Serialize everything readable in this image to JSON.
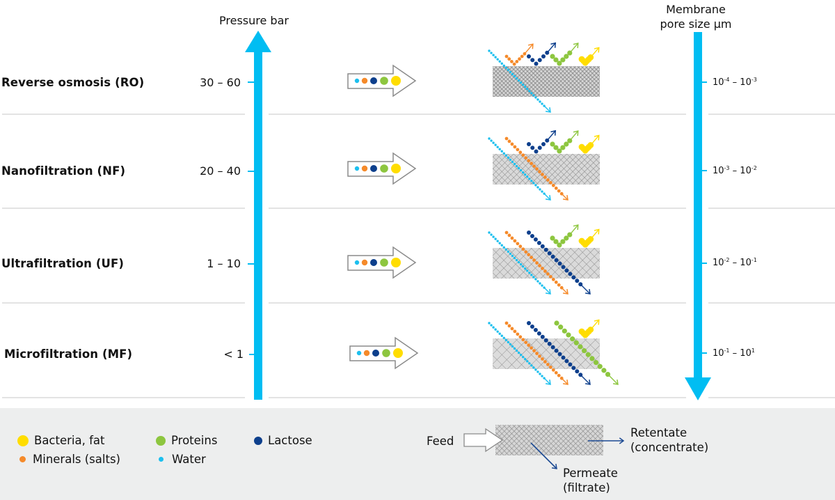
{
  "axes": {
    "pressure_title": "Pressure bar",
    "pore_title_line1": "Membrane",
    "pore_title_line2": "pore size µm"
  },
  "colors": {
    "axis_arrow": "#00bdf2",
    "bacteria_fat": "#ffdd00",
    "proteins": "#8dc63f",
    "lactose": "#0d3f8c",
    "minerals": "#f58a2a",
    "water": "#1cbfee",
    "membrane_fill": "#d9d9d9",
    "membrane_hatch": "#8a8a8a",
    "legend_bg": "#edeeee",
    "flow_arrow": "#1c4a93"
  },
  "processes": [
    {
      "name": "Reverse osmosis (RO)",
      "pressure": "30 – 60",
      "pore_min_base": "10",
      "pore_min_exp": "-4",
      "pore_max_base": "10",
      "pore_max_exp": "-3",
      "passes": [
        "water"
      ],
      "retained": [
        "minerals",
        "lactose",
        "proteins",
        "bacteria_fat"
      ]
    },
    {
      "name": "Nanofiltration (NF)",
      "pressure": "20 – 40",
      "pore_min_base": "10",
      "pore_min_exp": "-3",
      "pore_max_base": "10",
      "pore_max_exp": "-2",
      "passes": [
        "water",
        "minerals"
      ],
      "retained": [
        "lactose",
        "proteins",
        "bacteria_fat"
      ]
    },
    {
      "name": "Ultrafiltration (UF)",
      "pressure": "1 – 10",
      "pore_min_base": "10",
      "pore_min_exp": "-2",
      "pore_max_base": "10",
      "pore_max_exp": "-1",
      "passes": [
        "water",
        "minerals",
        "lactose"
      ],
      "retained": [
        "proteins",
        "bacteria_fat"
      ]
    },
    {
      "name": "Microfiltration (MF)",
      "pressure": "< 1",
      "pore_min_base": "10",
      "pore_min_exp": "-1",
      "pore_max_base": "10",
      "pore_max_exp": "1",
      "passes": [
        "water",
        "minerals",
        "lactose",
        "proteins"
      ],
      "retained": [
        "bacteria_fat"
      ]
    }
  ],
  "legend": {
    "items": [
      {
        "key": "bacteria_fat",
        "label": "Bacteria, fat"
      },
      {
        "key": "proteins",
        "label": "Proteins"
      },
      {
        "key": "lactose",
        "label": "Lactose"
      },
      {
        "key": "minerals",
        "label": "Minerals (salts)"
      },
      {
        "key": "water",
        "label": "Water"
      }
    ],
    "flow_key": {
      "feed": "Feed",
      "retentate_line1": "Retentate",
      "retentate_line2": "(concentrate)",
      "permeate_line1": "Permeate",
      "permeate_line2": "(filtrate)"
    }
  }
}
